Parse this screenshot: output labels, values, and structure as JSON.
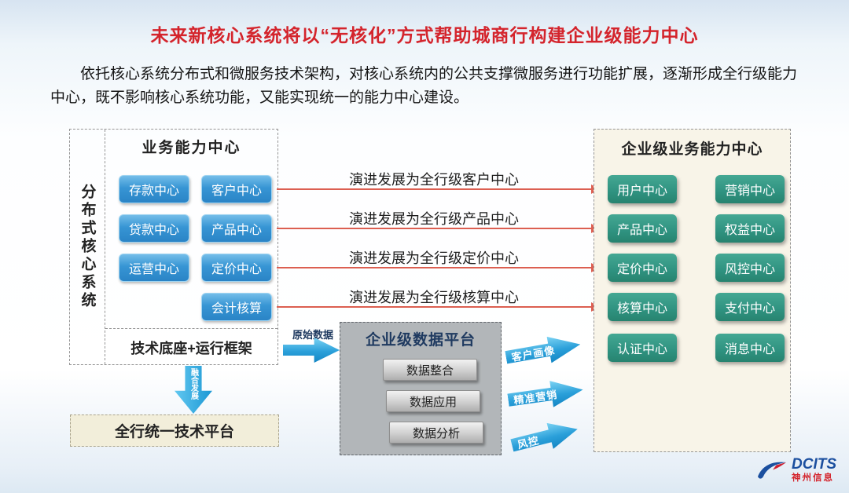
{
  "colors": {
    "title_red": "#d4242c",
    "node_blue": "#2f93d2",
    "node_green": "#2f9280",
    "arrow_blue": "#2ba0da",
    "evolution_arrow_red": "#dc5f51",
    "platform_beige": "#f2eeda",
    "data_platform_gray": "#b2b6b9"
  },
  "slide": {
    "title": "未来新核心系统将以“无核化”方式帮助城商行构建企业级能力中心",
    "paragraph": "依托核心系统分布式和微服务技术架构，对核心系统内的公共支撑微服务进行功能扩展，逐渐形成全行级能力中心，既不影响核心系统功能，又能实现统一的能力中心建设。"
  },
  "left_group": {
    "vertical_label": "分布式核心系统",
    "biz_header": "业务能力中心",
    "blue_buttons": [
      "存款中心",
      "客户中心",
      "贷款中心",
      "产品中心",
      "运营中心",
      "定价中心",
      "会计核算"
    ],
    "tech_base": "技术底座+运行框架",
    "down_arrow_label": "融合发展",
    "platform": "全行统一技术平台"
  },
  "evolution_arrows": [
    "演进发展为全行级客户中心",
    "演进发展为全行级产品中心",
    "演进发展为全行级定价中心",
    "演进发展为全行级核算中心"
  ],
  "data_platform": {
    "input_label": "原始数据",
    "title": "企业级数据平台",
    "items": [
      "数据整合",
      "数据应用",
      "数据分析"
    ],
    "output_arrows": [
      "客户画像",
      "精准营销",
      "风控"
    ]
  },
  "right_group": {
    "header": "企业级业务能力中心",
    "green_buttons": [
      "用户中心",
      "营销中心",
      "产品中心",
      "权益中心",
      "定价中心",
      "风控中心",
      "核算中心",
      "支付中心",
      "认证中心",
      "消息中心"
    ]
  },
  "logo": {
    "name": "DCITS",
    "subtitle": "神州信息"
  }
}
